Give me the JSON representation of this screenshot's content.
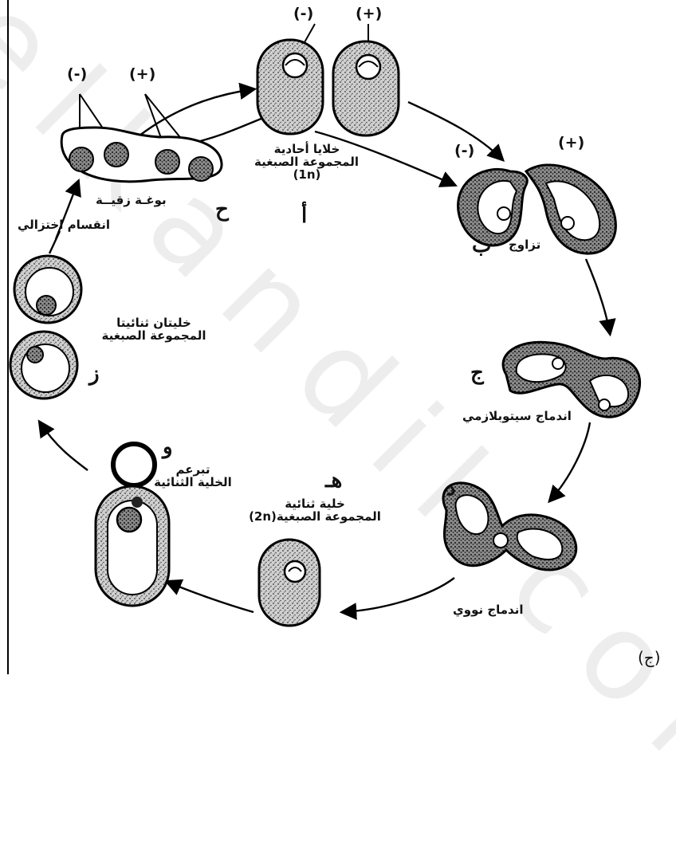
{
  "watermark": "elkandil.com",
  "figure_label": "(ج)",
  "stages": {
    "a": {
      "letter": "أ",
      "label_lines": [
        "خلايا أحادية",
        "المجموعة الصبغية",
        "(1n)"
      ]
    },
    "b": {
      "letter": "ب",
      "label": "تزاوج"
    },
    "c": {
      "letter": "ج",
      "label": "اندماج سيتوبلازمي"
    },
    "d": {
      "letter": "د",
      "label": "اندماج نووي"
    },
    "h": {
      "letter": "هـ",
      "label_lines": [
        "خلية ثنائية",
        "المجموعة الصبغية(2n)"
      ]
    },
    "w": {
      "letter": "و",
      "label_lines": [
        "تبرعم",
        "الخلية الثنائية"
      ]
    },
    "z": {
      "letter": "ز",
      "label_lines": [
        "خليتان ثنائيتا",
        "المجموعة الصبغية"
      ]
    },
    "ha": {
      "letter": "ح",
      "label": "بوغـة زقيــة"
    }
  },
  "meiosis_label": "انقسام اختزالي",
  "signs": {
    "top_minus": "(-)",
    "top_plus": "(+)",
    "ascus_minus": "(-)",
    "ascus_plus": "(+)",
    "mating_minus": "(-)",
    "mating_plus": "(+)"
  }
}
